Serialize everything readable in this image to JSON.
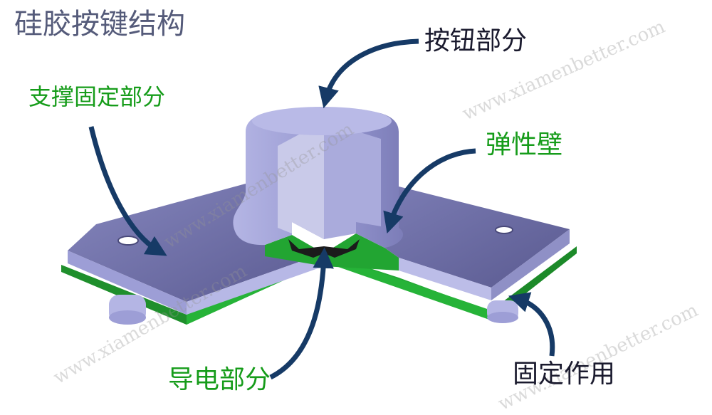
{
  "title": "硅胶按键结构",
  "labels": {
    "support": "支撑固定部分",
    "button": "按钮部分",
    "elastic_wall": "弹性壁",
    "conductive": "导电部分",
    "fixing": "固定作用"
  },
  "watermark": "www.xiamenbetter.com",
  "colors": {
    "silicone": "#9d9ed6",
    "silicone_dark": "#6c6ca6",
    "pcb": "#22a532",
    "arrow": "#163a66",
    "label_green": "#169c1a"
  }
}
